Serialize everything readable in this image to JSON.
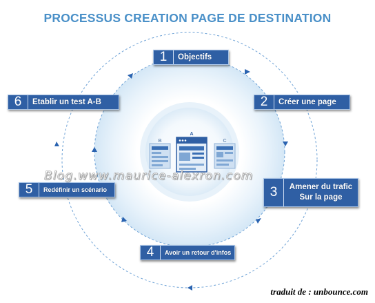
{
  "title": "PROCESSUS CREATION PAGE DE DESTINATION",
  "steps": [
    {
      "number": "1",
      "label": "Objectifs"
    },
    {
      "number": "2",
      "label": "Créer une page"
    },
    {
      "number": "3",
      "label_line1": "Amener du trafic",
      "label_line2": "Sur la page"
    },
    {
      "number": "4",
      "label": "Avoir un retour d'infos"
    },
    {
      "number": "5",
      "label": "Redéfinir un scénario"
    },
    {
      "number": "6",
      "label": "Etablir un test A-B"
    }
  ],
  "center_illustration": {
    "variants": [
      "B",
      "A",
      "C"
    ]
  },
  "watermark": "Blog.www.maurice-alexron.com",
  "credit": "traduit de : unbounce.com",
  "colors": {
    "step_fill": "#2f5fa4",
    "title": "#4a90c8",
    "ring": "#d8e9f7",
    "arrow": "#2a63b0"
  }
}
